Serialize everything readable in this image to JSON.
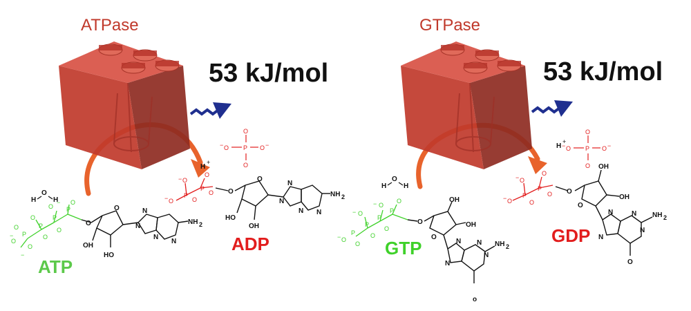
{
  "colors": {
    "brick": "#c0392b",
    "brick_dark": "#8e2b22",
    "brick_light": "#e06a5a",
    "arrow_orange": "#e8632c",
    "energy_arrow": "#1f2f8f",
    "green": "#3fd12a",
    "green_label": "#5cc94a",
    "red": "#e21d1d",
    "black": "#111111"
  },
  "panels": [
    {
      "enzyme_label": "ATPase",
      "energy_label": "53 kJ/mol",
      "reactant_label": "ATP",
      "product_label": "ADP",
      "water": [
        "H",
        "O",
        "H"
      ],
      "proton": "H",
      "proton_charge": "+"
    },
    {
      "enzyme_label": "GTPase",
      "energy_label": "53 kJ/mol",
      "reactant_label": "GTP",
      "product_label": "GDP",
      "water": [
        "H",
        "O",
        "H"
      ],
      "proton": "H",
      "proton_charge": "+"
    }
  ],
  "atoms": {
    "O": "O",
    "P": "P",
    "N": "N",
    "H": "H",
    "OH": "OH",
    "NH2": "NH",
    "HO": "HO",
    "minus": "−",
    "two": "2",
    "stray_o": "o"
  }
}
